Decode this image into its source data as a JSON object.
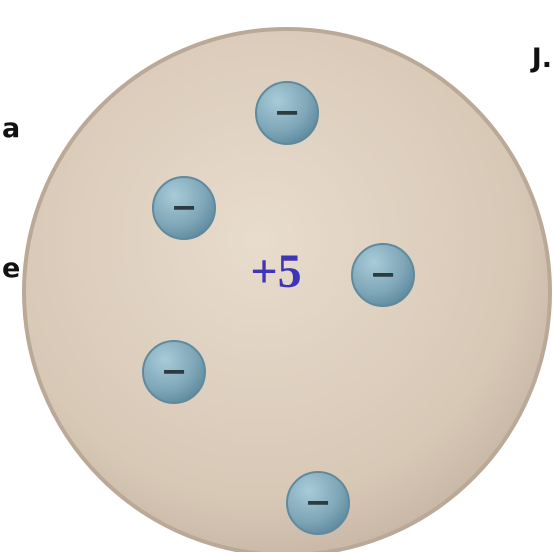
{
  "edge_text": {
    "left_1": "J.",
    "left_2": "a",
    "left_3": "e"
  },
  "model": {
    "nucleus_label": "+5",
    "electron_label": "−",
    "electrons": [
      {
        "name": "electron-top",
        "label": "−"
      },
      {
        "name": "electron-upper-left",
        "label": "−"
      },
      {
        "name": "electron-right",
        "label": "−"
      },
      {
        "name": "electron-lower-left",
        "label": "−"
      },
      {
        "name": "electron-bottom",
        "label": "−"
      }
    ]
  },
  "colors": {
    "sphere_fill": "#dccbb9",
    "sphere_edge": "#bba998",
    "electron_fill": "#7fa7b8",
    "electron_edge": "#5f8a9e",
    "electron_sign": "#2d3a40",
    "charge_text": "#3f35b7"
  }
}
